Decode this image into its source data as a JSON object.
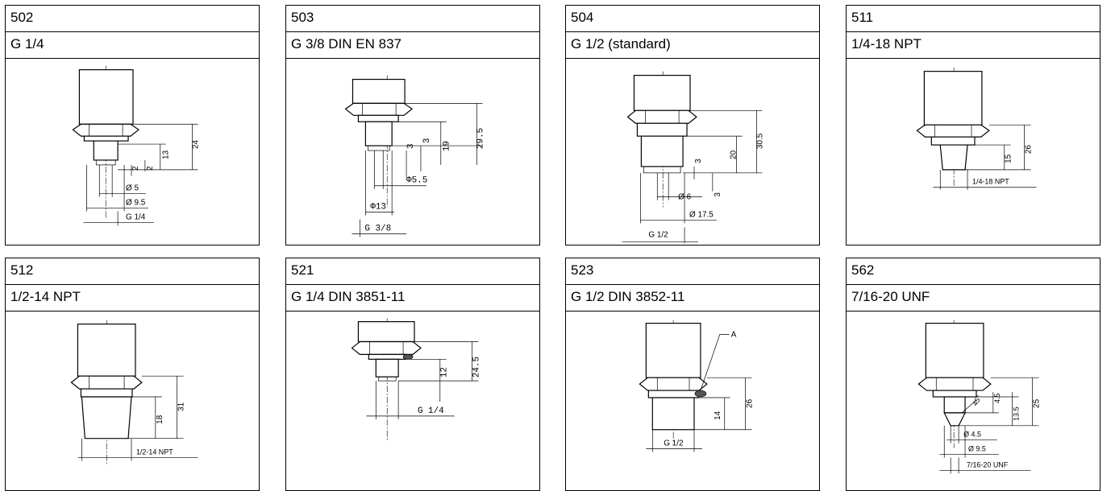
{
  "cards": [
    {
      "code": "502",
      "thread": "G 1/4",
      "dims": {
        "d1": "2",
        "d2": "2",
        "d3": "13",
        "d4": "24",
        "d5": "Ø 5",
        "d6": "Ø 9.5",
        "d7": "G 1/4"
      }
    },
    {
      "code": "503",
      "thread": "G 3/8 DIN EN 837",
      "dims": {
        "d1": "3",
        "d2": "3",
        "d3": "19",
        "d4": "29.5",
        "d5": "Φ5.5",
        "d6": "Φ13",
        "d7": "G 3/8"
      }
    },
    {
      "code": "504",
      "thread": "G 1/2 (standard)",
      "dims": {
        "d1": "3",
        "d2": "20",
        "d3": "30.5",
        "d4": "3",
        "d5": "Ø 6",
        "d6": "Ø 17.5",
        "d7": "G 1/2"
      }
    },
    {
      "code": "511",
      "thread": "1/4-18 NPT",
      "dims": {
        "d1": "15",
        "d2": "26",
        "d3": "1/4-18 NPT"
      }
    },
    {
      "code": "512",
      "thread": "1/2-14 NPT",
      "dims": {
        "d1": "18",
        "d2": "31",
        "d3": "1/2-14 NPT"
      }
    },
    {
      "code": "521",
      "thread": "G 1/4 DIN 3851-11",
      "dims": {
        "d1": "12",
        "d2": "24.5",
        "d3": "G 1/4"
      }
    },
    {
      "code": "523",
      "thread": "G 1/2 DIN 3852-11",
      "dims": {
        "d1": "A",
        "d2": "14",
        "d3": "26",
        "d4": "G 1/2"
      }
    },
    {
      "code": "562",
      "thread": "7/16-20 UNF",
      "dims": {
        "d1": "4.5",
        "d2": "45°",
        "d3": "13.5",
        "d4": "25",
        "d5": "Ø 4.5",
        "d6": "Ø 9.5",
        "d7": "7/16-20 UNF"
      }
    }
  ]
}
